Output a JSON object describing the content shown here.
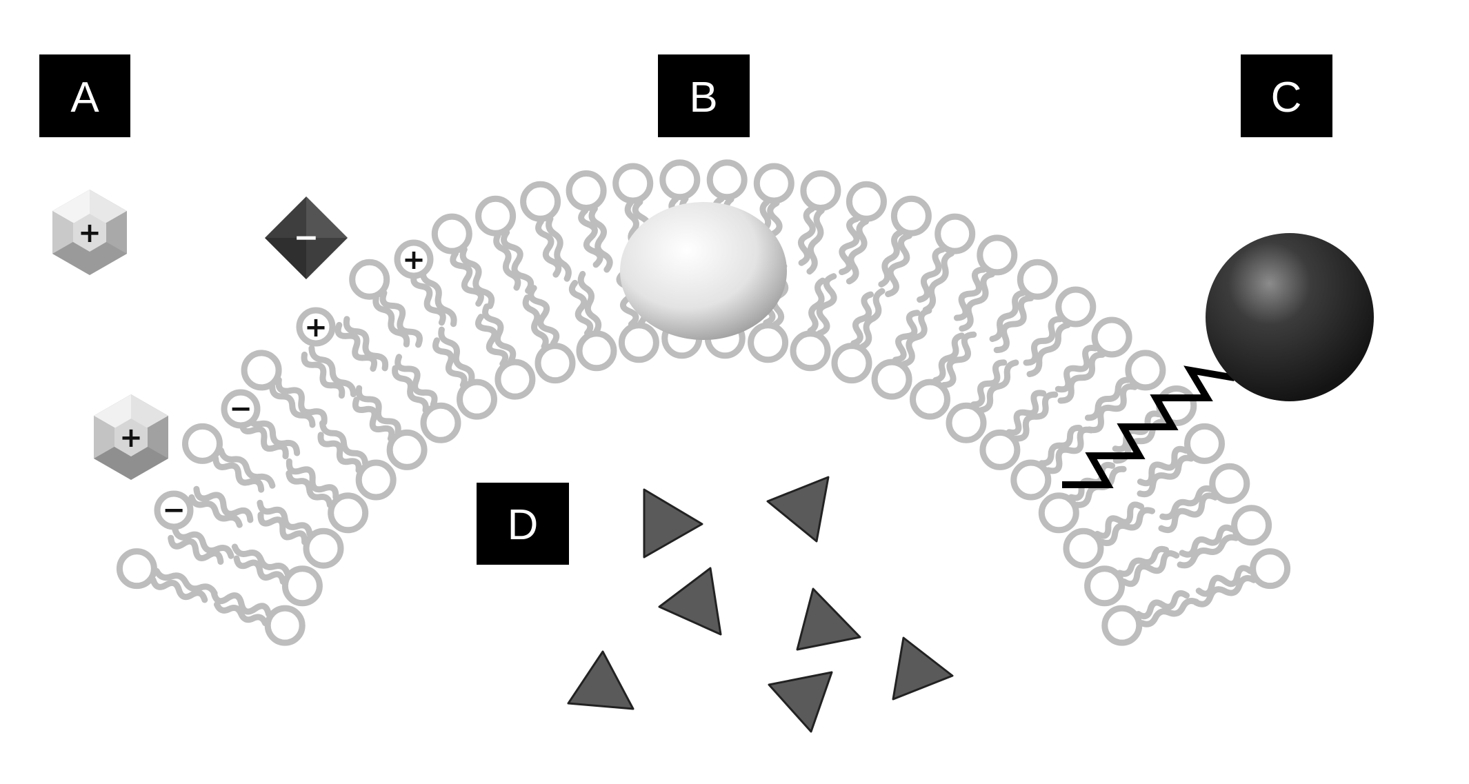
{
  "labels": {
    "a": "A",
    "b": "B",
    "c": "C",
    "d": "D"
  },
  "charges": {
    "plus": "+",
    "minus": "−"
  },
  "colors": {
    "background": "#ffffff",
    "lipid": "#bdbdbd",
    "label_box": "#000000",
    "label_text": "#ffffff",
    "drug_triangle": "#5a5a5a",
    "hexagon_light": "#d9d9d9",
    "hexagon_dark": "#8a8a8a",
    "negative_diamond": "#3f3f3f",
    "embedded_sphere": "#e6e6e6",
    "attached_sphere": "#2e2e2e",
    "peg_linker": "#000000"
  },
  "membrane": {
    "outer_head_count": 32,
    "inner_head_count": 26
  },
  "icons": [
    "positive-hexagon-icon",
    "negative-diamond-icon",
    "embedded-sphere-icon",
    "attached-sphere-icon",
    "drug-triangle-icon",
    "peg-linker-icon"
  ]
}
